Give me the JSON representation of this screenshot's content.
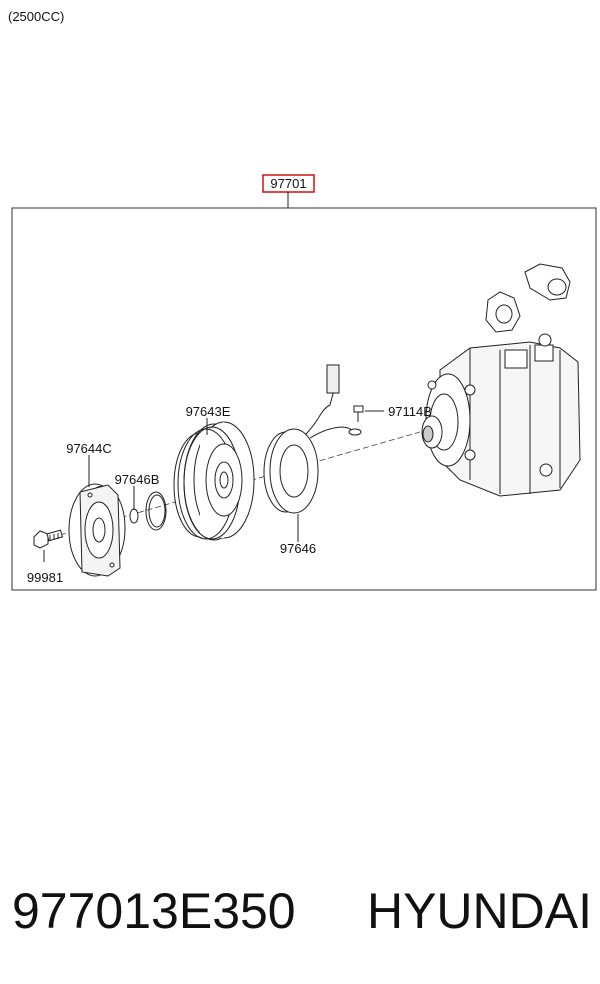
{
  "header": {
    "engine_note": "(2500CC)"
  },
  "assembly": {
    "ref_number": "97701"
  },
  "callouts": {
    "hub": "97643E",
    "plate": "97644C",
    "snap_ring": "97646B",
    "bolt": "99981",
    "coil": "97646",
    "screw": "97114B"
  },
  "footer": {
    "part_number": "977013E350",
    "brand": "HYUNDAI"
  },
  "colors": {
    "ref_box": "#d01010",
    "line": "#222222"
  }
}
